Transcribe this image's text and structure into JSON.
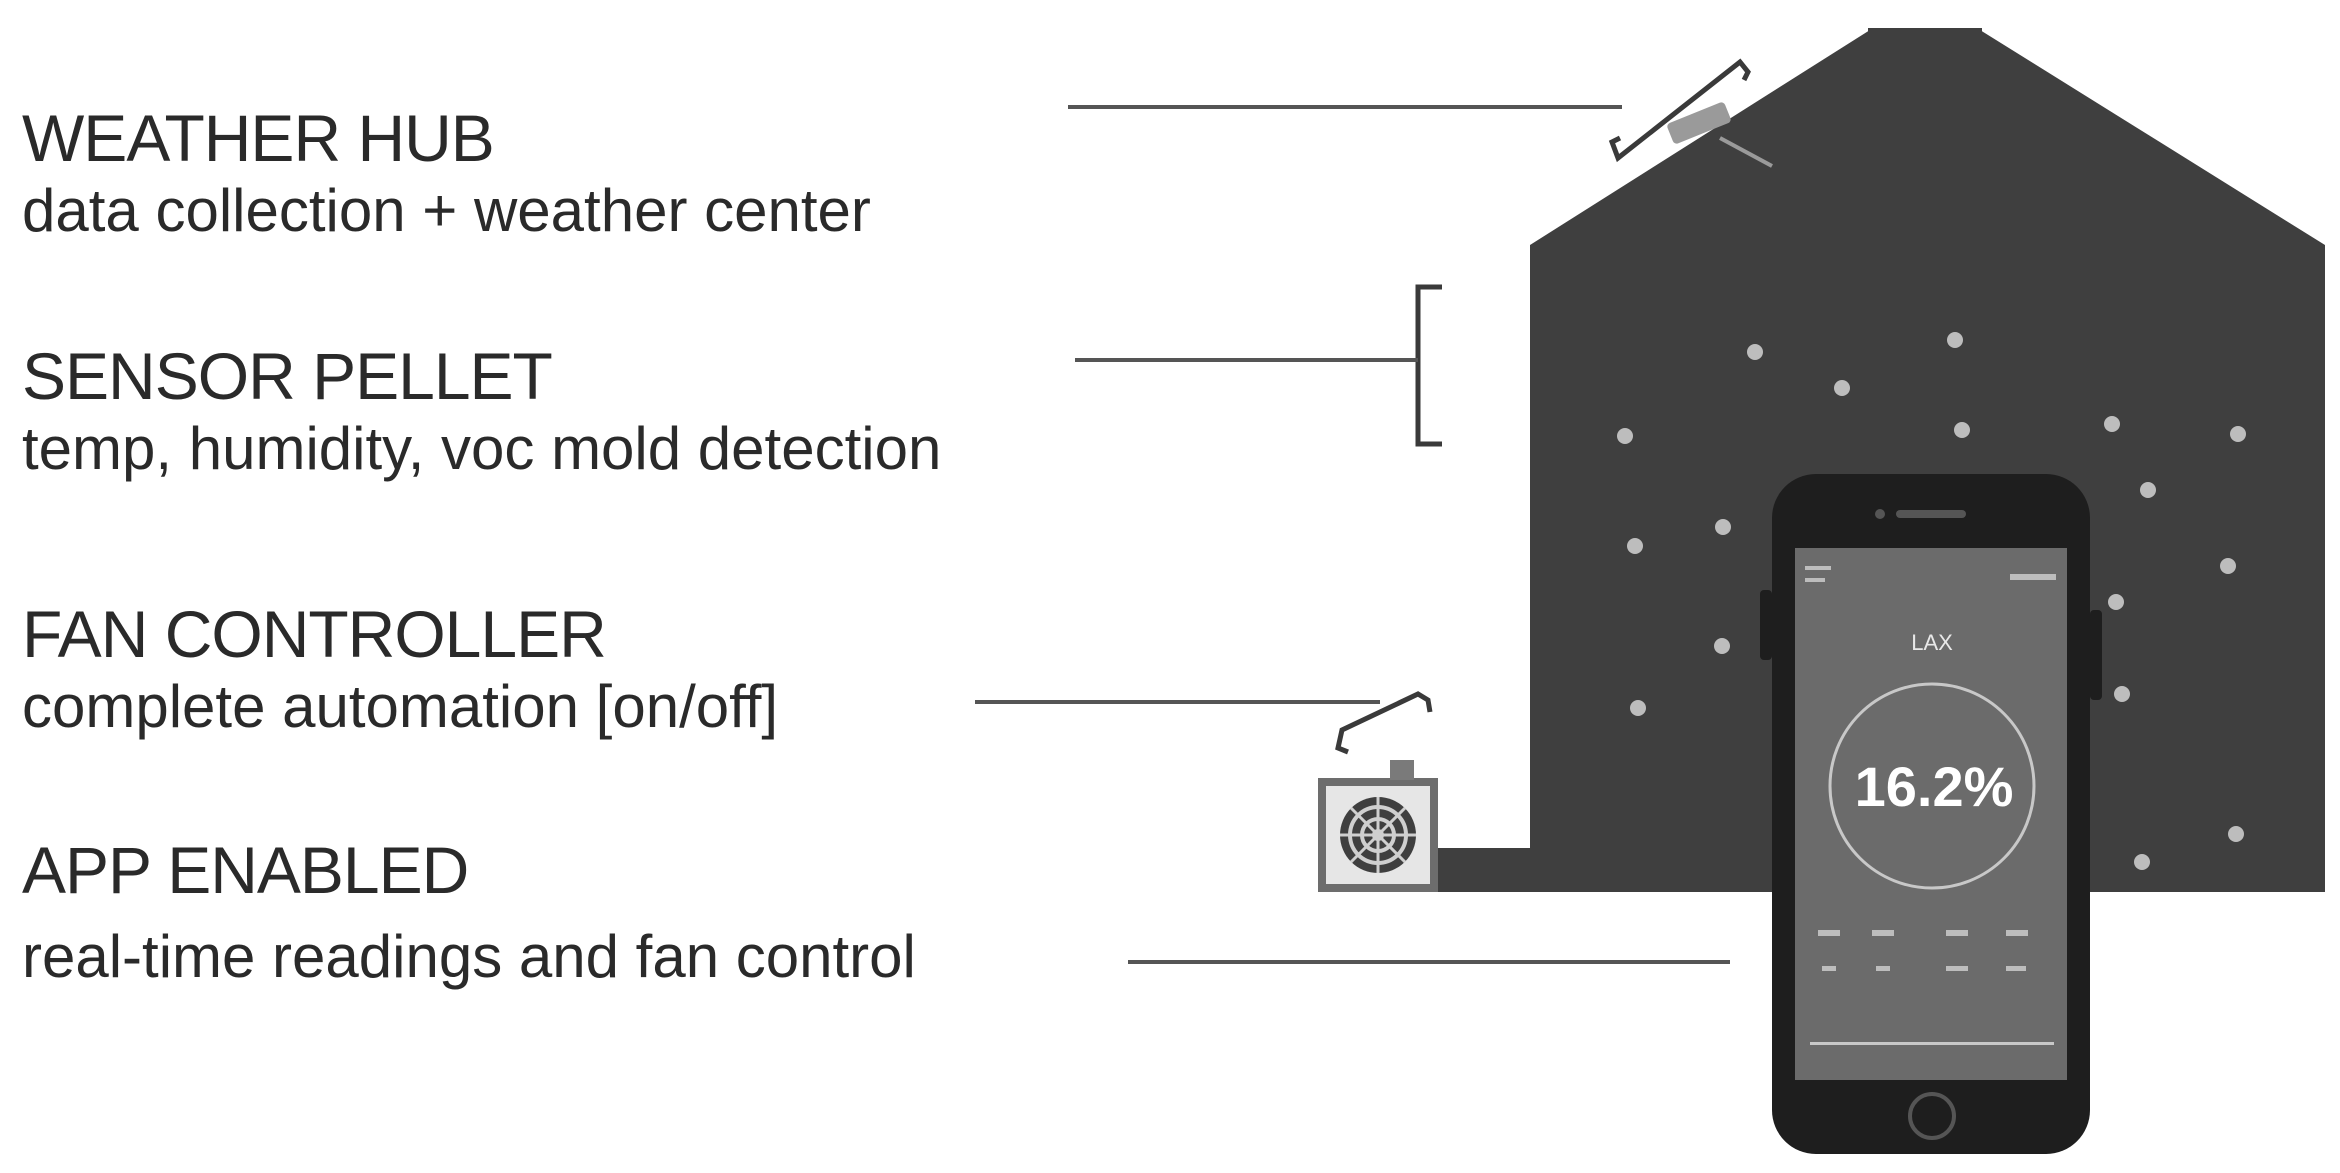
{
  "features": [
    {
      "id": "weather-hub",
      "title": "WEATHER HUB",
      "description": "data collection + weather center"
    },
    {
      "id": "sensor-pellet",
      "title": "SENSOR PELLET",
      "description": "temp, humidity, voc mold detection"
    },
    {
      "id": "fan-controller",
      "title": "FAN CONTROLLER",
      "description": "complete automation [on/off]"
    },
    {
      "id": "app-enabled",
      "title": "APP ENABLED",
      "description": "real-time readings and fan control"
    }
  ],
  "phone": {
    "header_label": "LAX",
    "reading": "16.2%"
  },
  "colors": {
    "building": "#3f3f3f",
    "screen": "#6b6b6b",
    "phone_body": "#1e1e1e",
    "leader_line": "#555555",
    "device": "#9a9a9a"
  }
}
